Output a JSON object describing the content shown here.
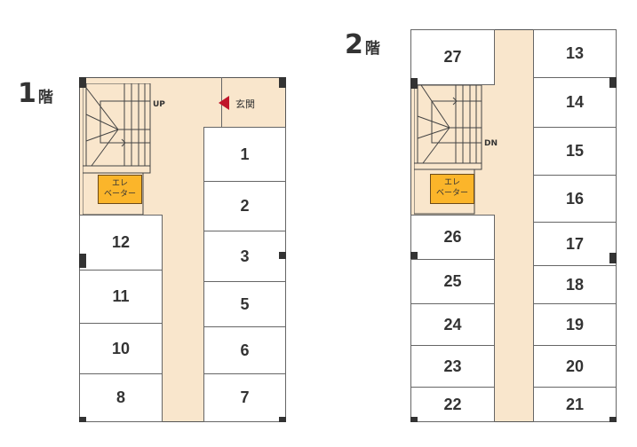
{
  "floors": [
    {
      "label_num": "1",
      "label_suffix": "階",
      "stair_label": "UP",
      "entrance_label": "玄関",
      "elevator_line1": "エレ",
      "elevator_line2": "ベーター",
      "left_rooms": [
        "12",
        "11",
        "10",
        "8"
      ],
      "right_rooms": [
        "1",
        "2",
        "3",
        "5",
        "6",
        "7"
      ]
    },
    {
      "label_num": "2",
      "label_suffix": "階",
      "stair_label": "DN",
      "elevator_line1": "エレ",
      "elevator_line2": "ベーター",
      "top_left_room": "27",
      "left_rooms": [
        "26",
        "25",
        "24",
        "23",
        "22"
      ],
      "right_rooms": [
        "13",
        "14",
        "15",
        "16",
        "17",
        "18",
        "19",
        "20",
        "21"
      ]
    }
  ],
  "colors": {
    "corridor": "#f9e6cc",
    "elevator": "#fbb52a",
    "entrance_arrow": "#c0152a"
  }
}
